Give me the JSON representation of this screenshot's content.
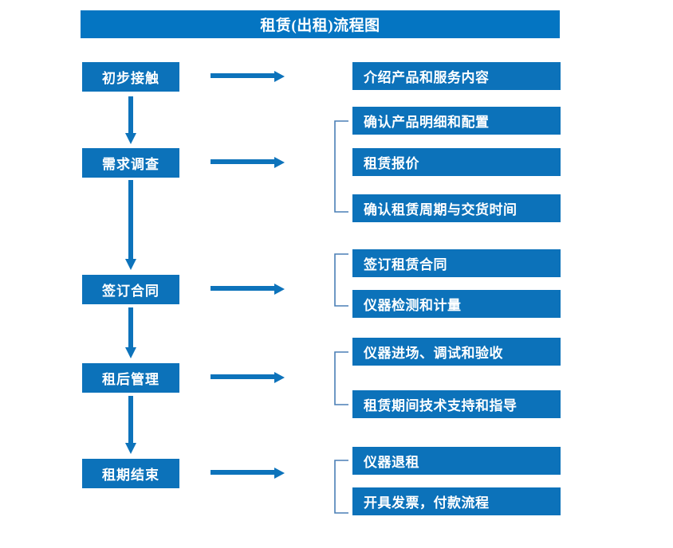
{
  "title": "租赁(出租)流程图",
  "colors": {
    "title_bar": "#0475c2",
    "box": "#0c72ba",
    "arrow": "#0d73bb",
    "bracket": "#4a7fb5",
    "text": "#ffffff",
    "background": "#ffffff"
  },
  "stages": [
    {
      "label": "初步接触"
    },
    {
      "label": "需求调查"
    },
    {
      "label": "签订合同"
    },
    {
      "label": "租后管理"
    },
    {
      "label": "租期结束"
    }
  ],
  "details": [
    {
      "label": "介绍产品和服务内容"
    },
    {
      "label": "确认产品明细和配置"
    },
    {
      "label": "租赁报价"
    },
    {
      "label": "确认租赁周期与交货时间"
    },
    {
      "label": "签订租赁合同"
    },
    {
      "label": "仪器检测和计量"
    },
    {
      "label": "仪器进场、调试和验收"
    },
    {
      "label": "租赁期间技术支持和指导"
    },
    {
      "label": "仪器退租"
    },
    {
      "label": "开具发票，付款流程"
    }
  ],
  "connectors": {
    "horizontal_arrows": 5,
    "vertical_arrows": 4,
    "brackets": 4
  },
  "chart_data": {
    "type": "diagram",
    "diagram_kind": "flowchart",
    "title": "租赁(出租)流程图",
    "orientation": "top-to-bottom",
    "nodes": [
      {
        "id": "s1",
        "label": "初步接触",
        "column": "stage",
        "order": 1
      },
      {
        "id": "s2",
        "label": "需求调查",
        "column": "stage",
        "order": 2
      },
      {
        "id": "s3",
        "label": "签订合同",
        "column": "stage",
        "order": 3
      },
      {
        "id": "s4",
        "label": "租后管理",
        "column": "stage",
        "order": 4
      },
      {
        "id": "s5",
        "label": "租期结束",
        "column": "stage",
        "order": 5
      },
      {
        "id": "d1",
        "label": "介绍产品和服务内容",
        "column": "detail",
        "parent": "s1"
      },
      {
        "id": "d2",
        "label": "确认产品明细和配置",
        "column": "detail",
        "parent": "s2"
      },
      {
        "id": "d3",
        "label": "租赁报价",
        "column": "detail",
        "parent": "s2"
      },
      {
        "id": "d4",
        "label": "确认租赁周期与交货时间",
        "column": "detail",
        "parent": "s2"
      },
      {
        "id": "d5",
        "label": "签订租赁合同",
        "column": "detail",
        "parent": "s3"
      },
      {
        "id": "d6",
        "label": "仪器检测和计量",
        "column": "detail",
        "parent": "s3"
      },
      {
        "id": "d7",
        "label": "仪器进场、调试和验收",
        "column": "detail",
        "parent": "s4"
      },
      {
        "id": "d8",
        "label": "租赁期间技术支持和指导",
        "column": "detail",
        "parent": "s4"
      },
      {
        "id": "d9",
        "label": "仪器退租",
        "column": "detail",
        "parent": "s5"
      },
      {
        "id": "d10",
        "label": "开具发票，付款流程",
        "column": "detail",
        "parent": "s5"
      }
    ],
    "edges": [
      {
        "from": "s1",
        "to": "s2",
        "type": "vertical-arrow"
      },
      {
        "from": "s2",
        "to": "s3",
        "type": "vertical-arrow"
      },
      {
        "from": "s3",
        "to": "s4",
        "type": "vertical-arrow"
      },
      {
        "from": "s4",
        "to": "s5",
        "type": "vertical-arrow"
      },
      {
        "from": "s1",
        "to": "d1",
        "type": "horizontal-arrow"
      },
      {
        "from": "s2",
        "to": "group-2",
        "type": "horizontal-arrow"
      },
      {
        "from": "s3",
        "to": "group-3",
        "type": "horizontal-arrow"
      },
      {
        "from": "s4",
        "to": "group-4",
        "type": "horizontal-arrow"
      },
      {
        "from": "s5",
        "to": "group-5",
        "type": "horizontal-arrow"
      }
    ],
    "groups": [
      {
        "id": "group-2",
        "members": [
          "d2",
          "d3",
          "d4"
        ]
      },
      {
        "id": "group-3",
        "members": [
          "d5",
          "d6"
        ]
      },
      {
        "id": "group-4",
        "members": [
          "d7",
          "d8"
        ]
      },
      {
        "id": "group-5",
        "members": [
          "d9",
          "d10"
        ]
      }
    ]
  }
}
